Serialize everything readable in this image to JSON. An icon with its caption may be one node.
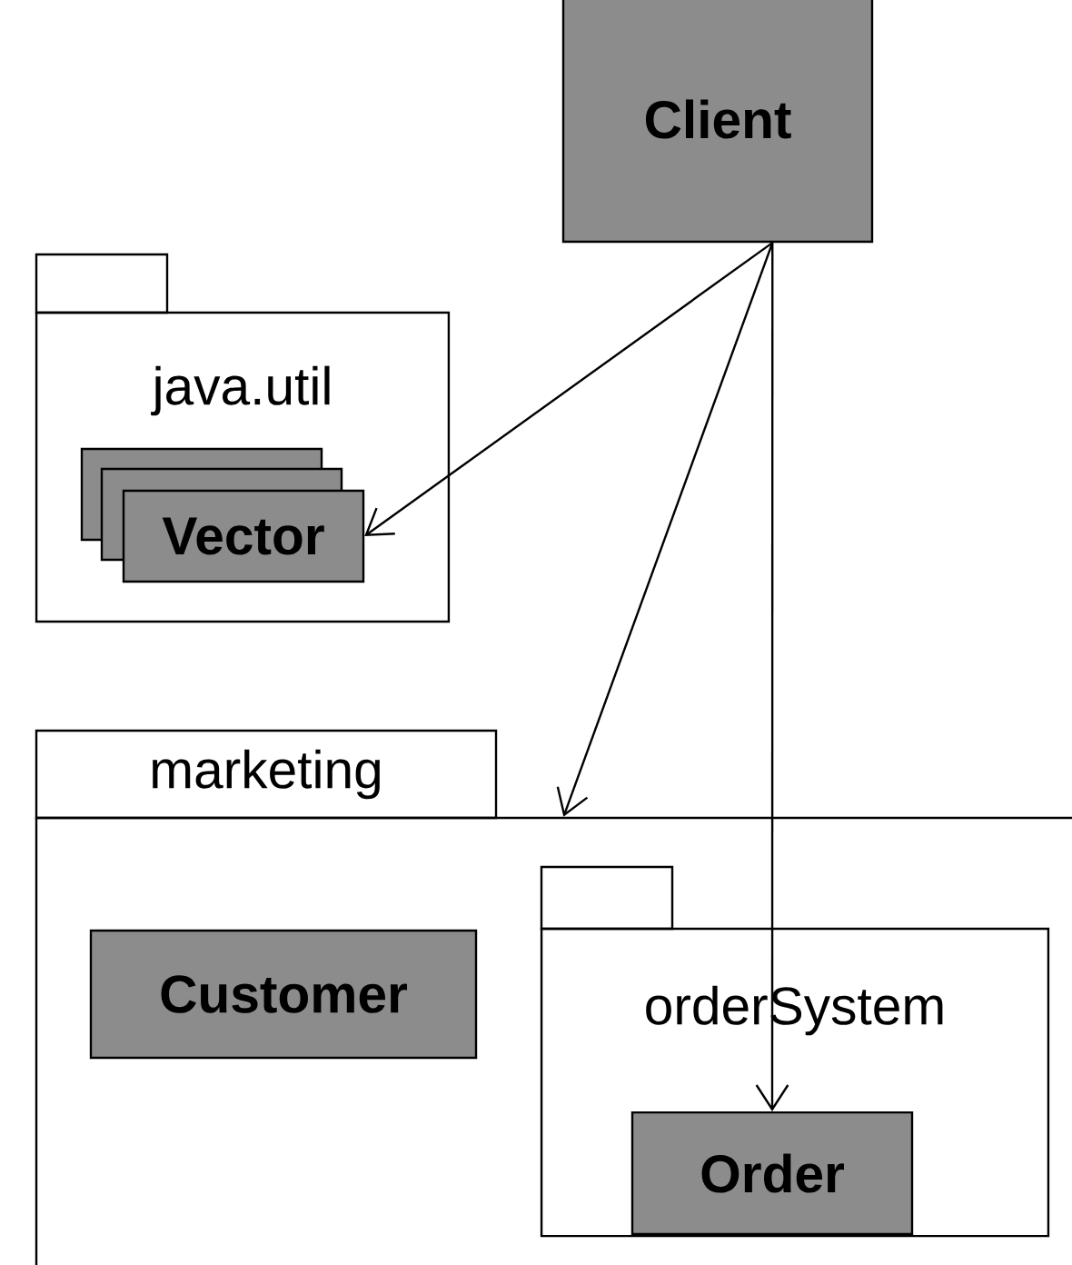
{
  "diagram": {
    "nodes": [
      {
        "text": [
          "Client"
        ]
      },
      {
        "text": [
          "java.util"
        ]
      },
      {
        "text": [
          "Vector"
        ],
        "in": 1
      },
      {
        "text": [
          "marketing"
        ]
      },
      {
        "text": [
          "Customer"
        ],
        "in": 3
      },
      {
        "text": [
          "orderSystem"
        ],
        "in": 3
      },
      {
        "text": [
          "Order"
        ],
        "in": 5
      }
    ],
    "edges": [
      {
        "from": 0,
        "to": 2,
        "arrow": "to"
      },
      {
        "from": 0,
        "to": 3,
        "arrow": "to"
      },
      {
        "from": 0,
        "to": 6,
        "arrow": "to"
      }
    ]
  }
}
